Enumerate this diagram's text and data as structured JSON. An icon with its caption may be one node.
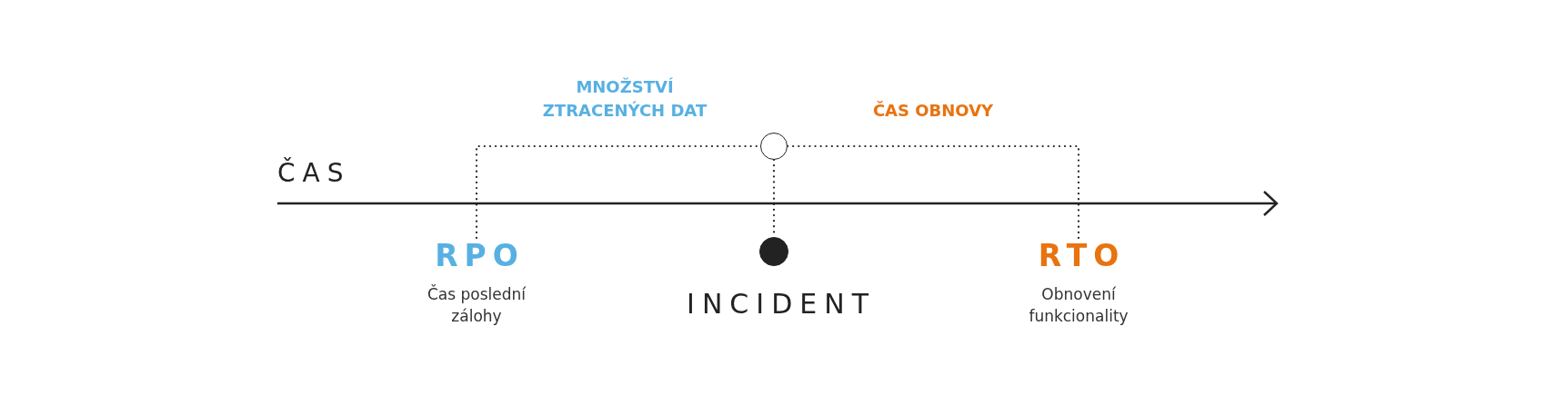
{
  "diagram": {
    "nodes": [
      {
        "text": [
          "RPO",
          "Čas poslední zálohy"
        ]
      },
      {
        "text": [],
        "shape": "circle"
      },
      {
        "text": [],
        "shape": "circle",
        "beside": [
          "INCIDENT"
        ]
      },
      {
        "text": [
          "RTO",
          "Obnovení funkcionality"
        ]
      }
    ],
    "edges": [
      {
        "from": 0,
        "to": 1,
        "arrow": "none",
        "style": "dashed",
        "label": "MNOŽSTVÍ ZTRACENÝCH DAT"
      },
      {
        "from": 1,
        "to": 3,
        "arrow": "none",
        "style": "dashed",
        "label": "ČAS OBNOVY"
      },
      {
        "from": 1,
        "to": 2,
        "arrow": "none",
        "style": "dashed"
      }
    ],
    "labels": [
      "ČAS"
    ]
  }
}
